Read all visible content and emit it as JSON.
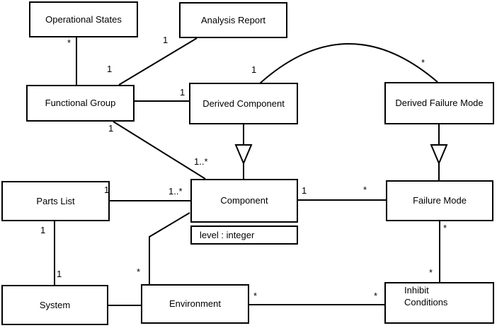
{
  "diagram_type": "uml-class-diagram",
  "colors": {
    "background": "#ffffff",
    "line": "#000000",
    "box_fill": "#ffffff"
  },
  "classes": [
    {
      "name": "Operational States"
    },
    {
      "name": "Analysis Report"
    },
    {
      "name": "Functional Group"
    },
    {
      "name": "Derived Component"
    },
    {
      "name": "Derived Failure Mode"
    },
    {
      "name": "Parts List"
    },
    {
      "name": "Component",
      "attributes": [
        "level : integer"
      ]
    },
    {
      "name": "Failure Mode"
    },
    {
      "name": "System"
    },
    {
      "name": "Environment"
    },
    {
      "name": "Inhibit Conditions",
      "name_lines": [
        "Inhibit",
        "Conditions"
      ]
    }
  ],
  "associations": [
    {
      "from": "Functional Group",
      "to": "Operational States",
      "type": "association",
      "to_multiplicity": "*"
    },
    {
      "from": "Functional Group",
      "to": "Analysis Report",
      "type": "association",
      "from_multiplicity": "1",
      "to_multiplicity": "1"
    },
    {
      "from": "Functional Group",
      "to": "Derived Component",
      "type": "association",
      "to_multiplicity": "1"
    },
    {
      "from": "Derived Component",
      "to": "Derived Failure Mode",
      "type": "association-arc",
      "from_multiplicity": "1",
      "to_multiplicity": "*"
    },
    {
      "from": "Derived Component",
      "to": "Component",
      "type": "generalization"
    },
    {
      "from": "Derived Failure Mode",
      "to": "Failure Mode",
      "type": "generalization"
    },
    {
      "from": "Functional Group",
      "to": "Component",
      "type": "association",
      "from_multiplicity": "1",
      "to_multiplicity": "1..*"
    },
    {
      "from": "Parts List",
      "to": "Component",
      "type": "association",
      "from_multiplicity": "1",
      "to_multiplicity": "1..*"
    },
    {
      "from": "Parts List",
      "to": "System",
      "type": "association",
      "from_multiplicity": "1",
      "to_multiplicity": "1"
    },
    {
      "from": "System",
      "to": "Environment",
      "type": "association"
    },
    {
      "from": "Environment",
      "to": "Component",
      "type": "association",
      "from_multiplicity": "*"
    },
    {
      "from": "Environment",
      "to": "Inhibit Conditions",
      "type": "association",
      "from_multiplicity": "*",
      "to_multiplicity": "*"
    },
    {
      "from": "Component",
      "to": "Failure Mode",
      "type": "association",
      "from_multiplicity": "1",
      "to_multiplicity": "*"
    },
    {
      "from": "Failure Mode",
      "to": "Inhibit Conditions",
      "type": "association",
      "from_multiplicity": "*",
      "to_multiplicity": "*"
    }
  ]
}
